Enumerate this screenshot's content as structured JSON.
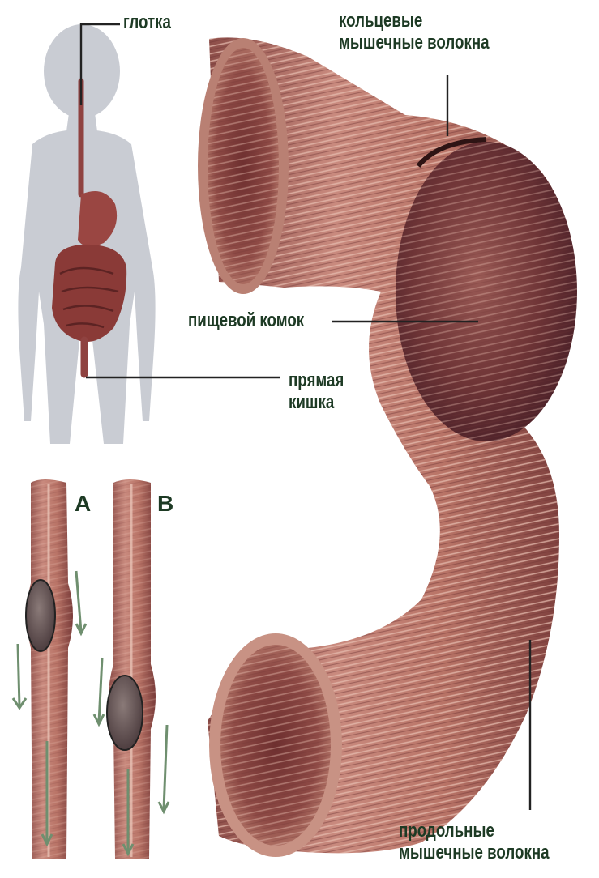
{
  "labels": {
    "pharynx": "глотка",
    "circular_fibers": [
      "кольцевые",
      "мышечные волокна"
    ],
    "food_bolus": "пищевой комок",
    "rectum": [
      "прямая",
      "кишка"
    ],
    "longitudinal_fibers": [
      "продольные",
      "мышечные волокна"
    ],
    "stage_a": "А",
    "stage_b": "В"
  },
  "colors": {
    "label_text": "#1d3a24",
    "body_silhouette": "#c9ccd3",
    "muscle_tissue": "#a8645a",
    "muscle_dark": "#5e2a2a",
    "arrow": "#6f8f6f"
  }
}
